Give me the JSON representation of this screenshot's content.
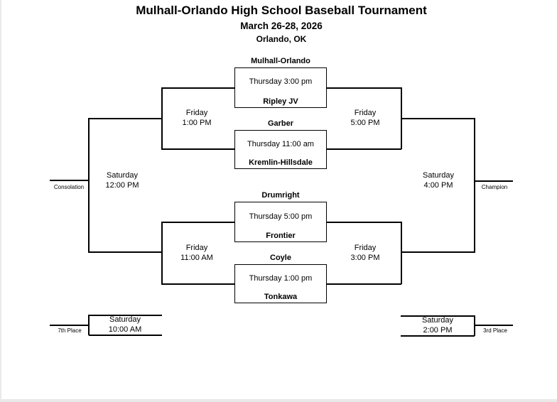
{
  "header": {
    "title": "Mulhall-Orlando High School Baseball Tournament",
    "date": "March 26-28, 2026",
    "location": "Orlando, OK"
  },
  "games": {
    "g1": {
      "top": "Mulhall-Orlando",
      "time": "Thursday 3:00 pm",
      "bottom": "Ripley JV"
    },
    "g2": {
      "top": "Garber",
      "time": "Thursday 11:00 am",
      "bottom": "Kremlin-Hillsdale"
    },
    "g3": {
      "top": "Drumright",
      "time": "Thursday 5:00 pm",
      "bottom": "Frontier"
    },
    "g4": {
      "top": "Coyle",
      "time": "Thursday 1:00 pm",
      "bottom": "Tonkawa"
    }
  },
  "rounds": {
    "left_top": {
      "day": "Friday",
      "time": "1:00 PM"
    },
    "left_bottom": {
      "day": "Friday",
      "time": "11:00 AM"
    },
    "right_top": {
      "day": "Friday",
      "time": "5:00 PM"
    },
    "right_bottom": {
      "day": "Friday",
      "time": "3:00 PM"
    },
    "consolation_final": {
      "day": "Saturday",
      "time": "12:00 PM"
    },
    "championship": {
      "day": "Saturday",
      "time": "4:00 PM"
    },
    "seventh_place": {
      "day": "Saturday",
      "time": "10:00 AM"
    },
    "third_place": {
      "day": "Saturday",
      "time": "2:00 PM"
    }
  },
  "labels": {
    "consolation": "Consolation",
    "champion": "Champion",
    "seventh_place": "7th Place",
    "third_place": "3rd Place"
  },
  "colors": {
    "line": "#000000",
    "text": "#000000",
    "background": "#ffffff",
    "page_edge": "#e9e9e9"
  }
}
